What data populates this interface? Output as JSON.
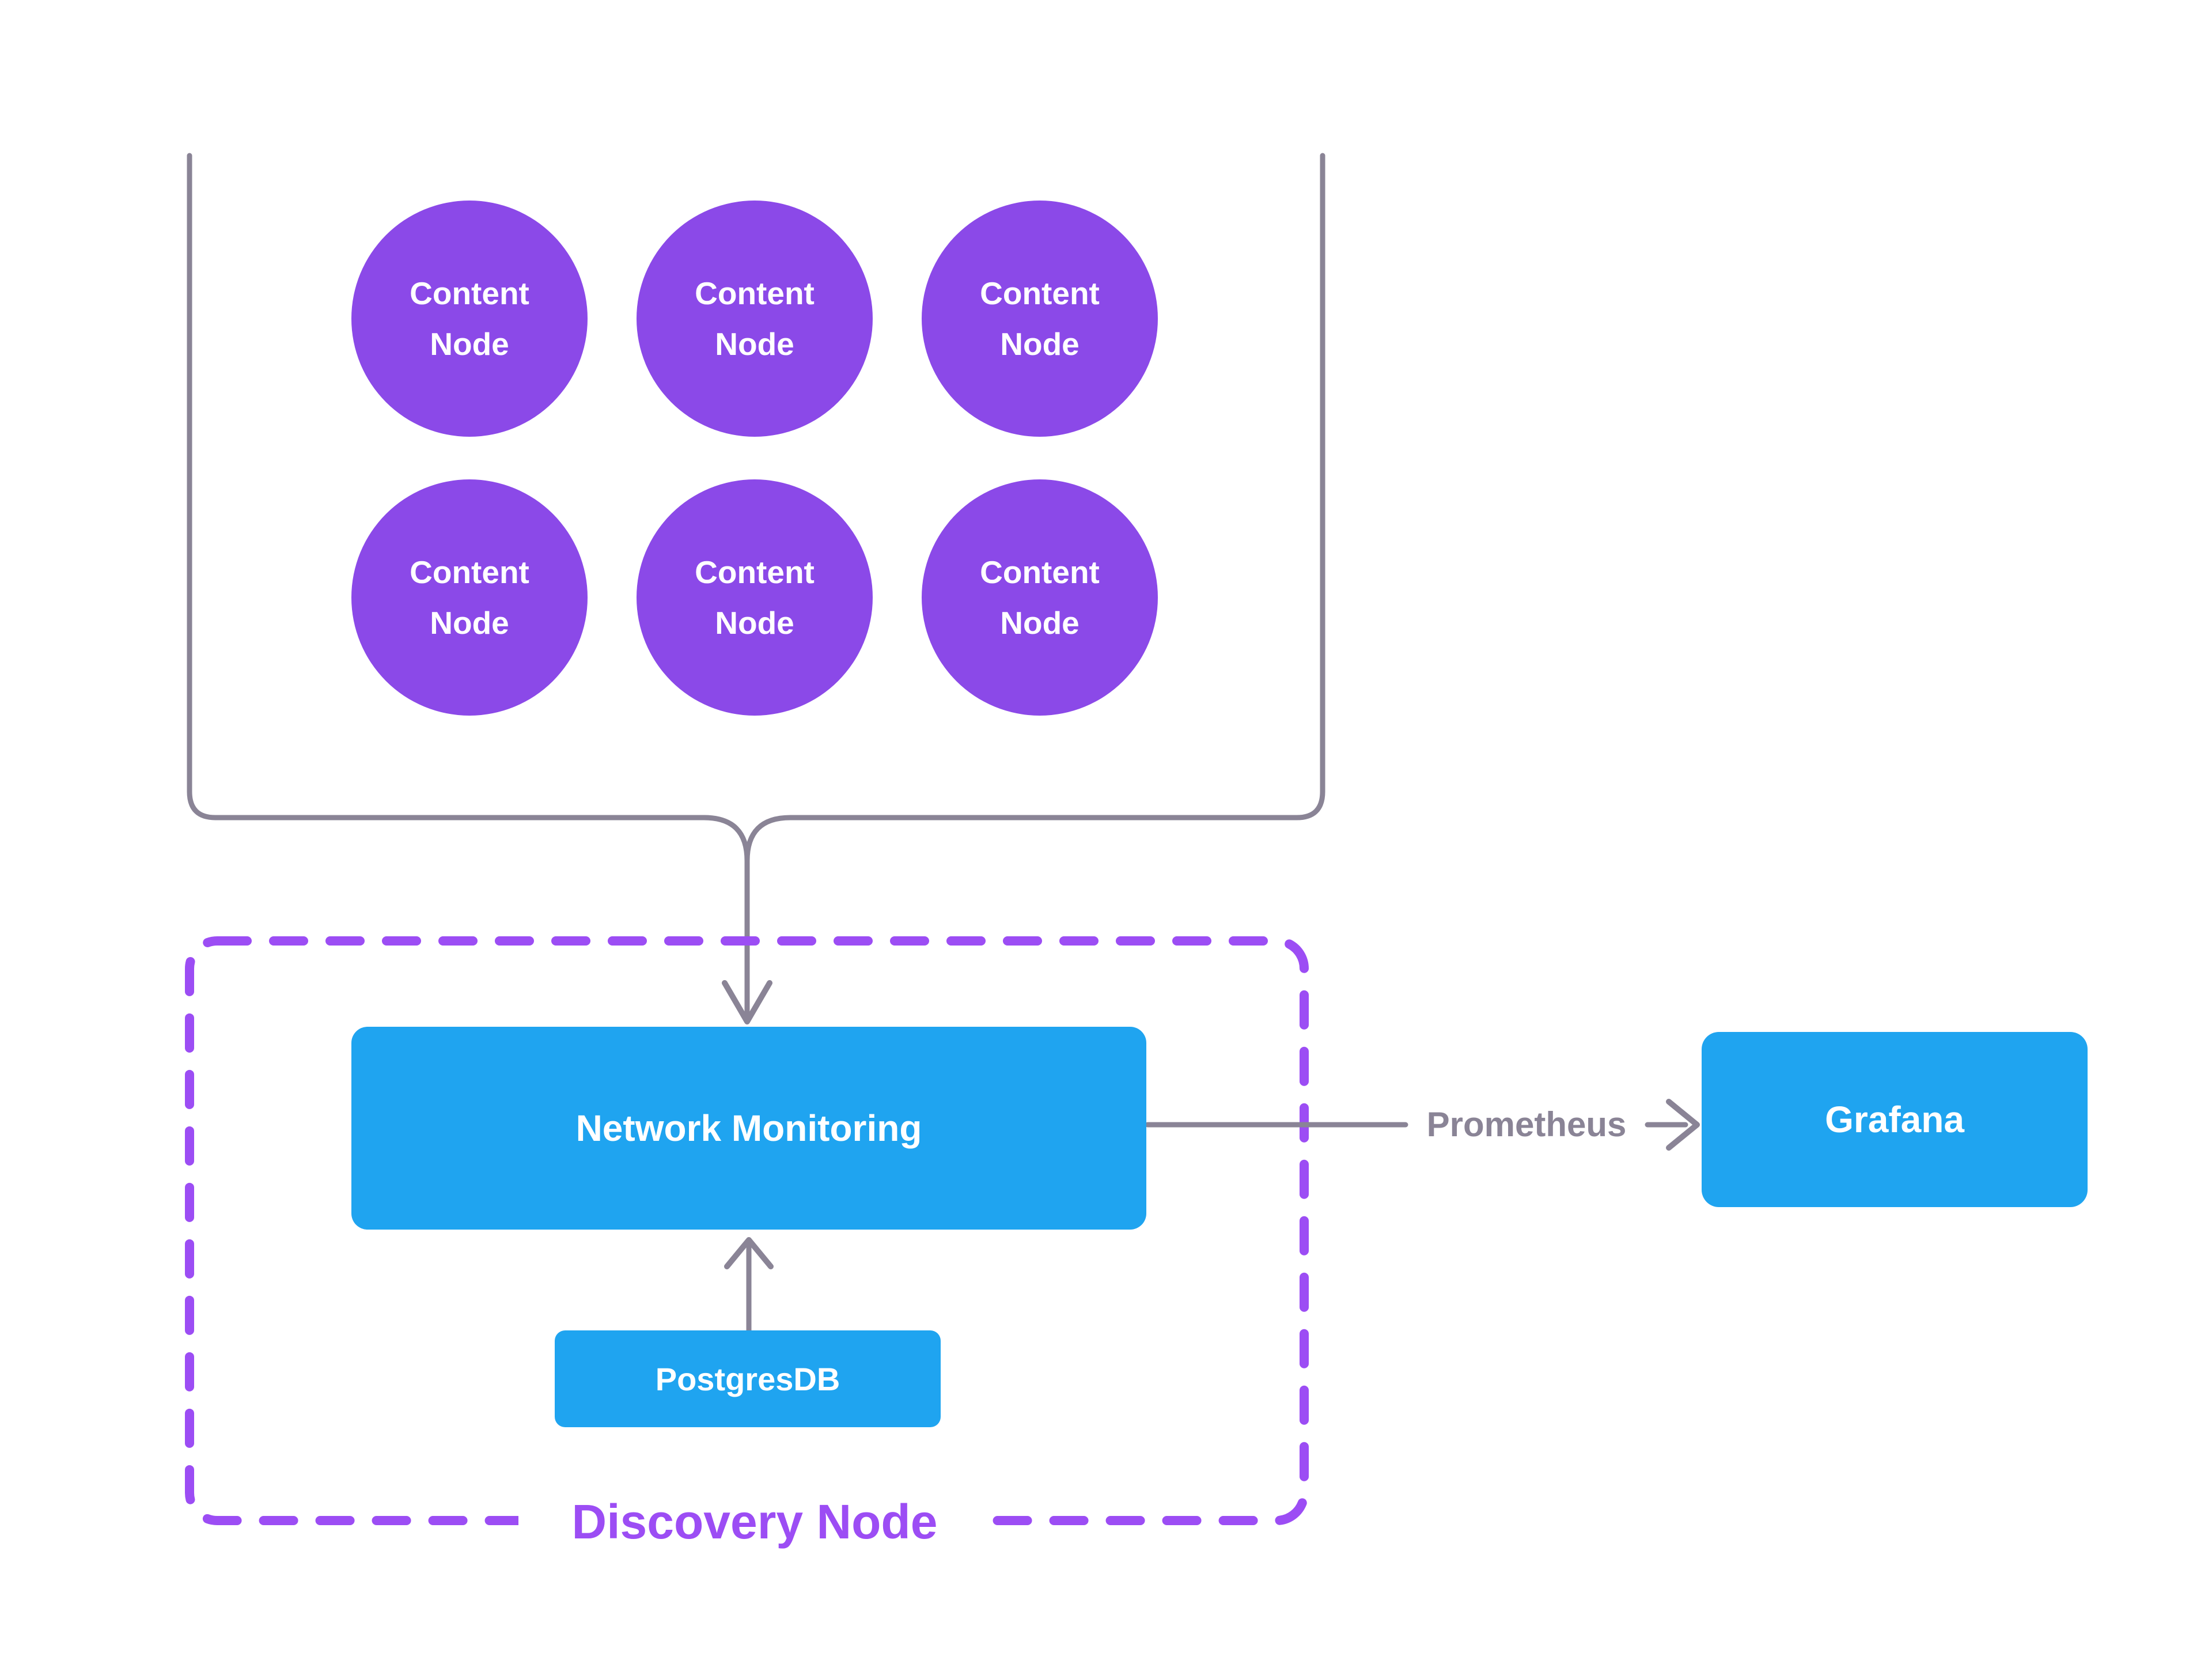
{
  "colors": {
    "node_purple": "#8B49E8",
    "dash_purple": "#9C4DF4",
    "box_blue": "#1FA4F0",
    "line_gray": "#8A8496",
    "text_white": "#FFFFFF",
    "background": "#FFFFFF"
  },
  "labels": {
    "content_line1": "Content",
    "content_line2": "Node",
    "network_monitoring": "Network Monitoring",
    "postgresdb": "PostgresDB",
    "grafana": "Grafana",
    "prometheus": "Prometheus",
    "discovery_node": "Discovery Node"
  }
}
